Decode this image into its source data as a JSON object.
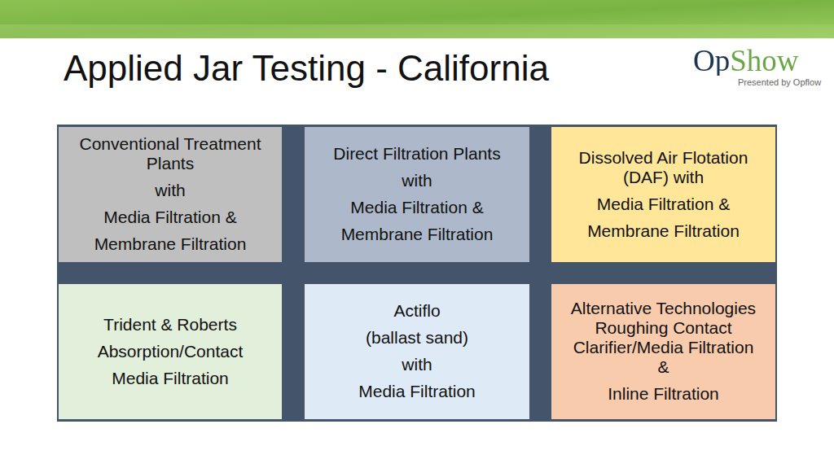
{
  "diagram": {
    "title": "Applied Jar Testing - California",
    "nodes": [
      {
        "text": [
          "Conventional Treatment Plants",
          "with",
          "Media Filtration &",
          "Membrane Filtration"
        ]
      },
      {
        "text": [
          "Direct Filtration Plants",
          "with",
          "Media Filtration &",
          "Membrane Filtration"
        ]
      },
      {
        "text": [
          "Dissolved Air Flotation (DAF) with",
          "Media Filtration &",
          "Membrane Filtration"
        ]
      },
      {
        "text": [
          "Trident & Roberts",
          "Absorption/Contact",
          "Media Filtration"
        ]
      },
      {
        "text": [
          "Actiflo",
          "(ballast sand)",
          "with",
          "Media Filtration"
        ]
      },
      {
        "text": [
          "Alternative Technologies Roughing Contact Clarifier/Media Filtration &",
          "Inline Filtration"
        ]
      }
    ],
    "labels": [
      "OpShow",
      "Presented by Opflow"
    ]
  }
}
